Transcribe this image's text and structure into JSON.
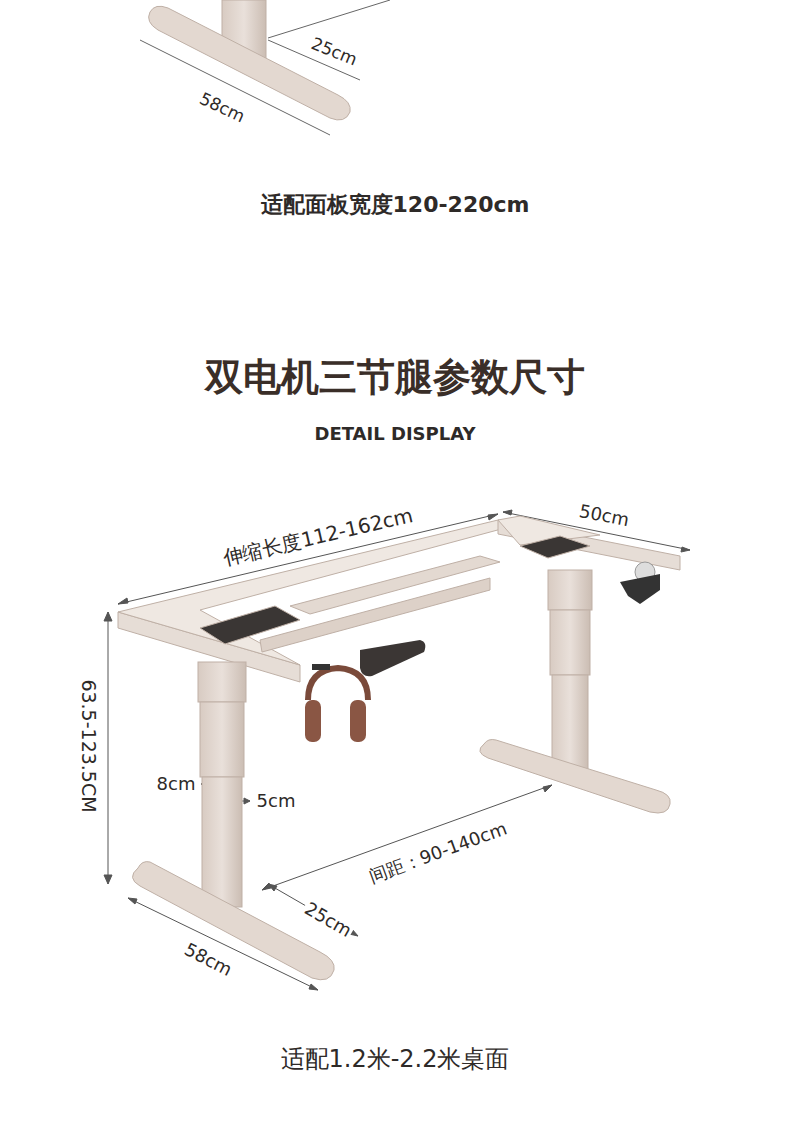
{
  "diagram": {
    "title": "双电机三节腿参数尺寸",
    "caption": "适配1.2米-2.2米桌面",
    "labels": [
      "25cm",
      "58cm",
      "适配面板宽度120-220cm",
      "DETAIL DISPLAY",
      "伸缩长度112-162cm",
      "50cm",
      "63.5-123.5CM",
      "8cm",
      "5cm",
      "间距：90-140cm",
      "25cm",
      "58cm"
    ]
  }
}
